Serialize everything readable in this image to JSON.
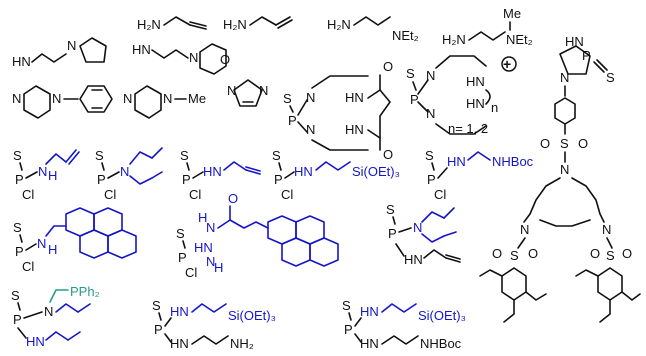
{
  "colors": {
    "black": "#111111",
    "blue": "#1515c8",
    "teal": "#2a9a8a"
  },
  "labels": {
    "hn": "HN",
    "h2n": "H₂N",
    "net2": "NEt₂",
    "me": "Me",
    "n": "N",
    "s": "S",
    "p": "P",
    "cl": "Cl",
    "h": "H",
    "o": "O",
    "hn2": "HN",
    "nh": "NH",
    "nhboc": "NHBoc",
    "sioet3": "Si(OEt)₃",
    "pph2": "PPh₂",
    "nh2": "NH₂",
    "plus": "+",
    "n_equals": "n= 1, 2",
    "nsub": "n"
  }
}
